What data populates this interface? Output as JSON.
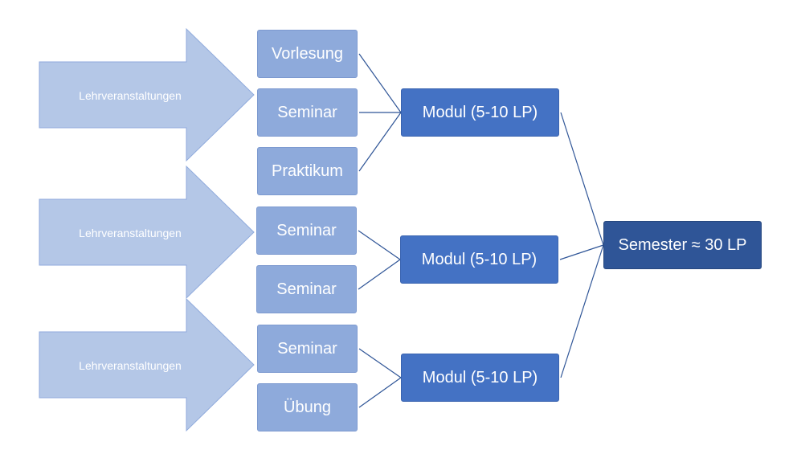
{
  "arrows": [
    {
      "label": "Lehrveranstaltungen"
    },
    {
      "label": "Lehrveranstaltungen"
    },
    {
      "label": "Lehrveranstaltungen"
    }
  ],
  "courses": [
    {
      "label": "Vorlesung"
    },
    {
      "label": "Seminar"
    },
    {
      "label": "Praktikum"
    },
    {
      "label": "Seminar"
    },
    {
      "label": "Seminar"
    },
    {
      "label": "Seminar"
    },
    {
      "label": "Übung"
    }
  ],
  "modules": [
    {
      "label": "Modul (5-10 LP)"
    },
    {
      "label": "Modul (5-10 LP)"
    },
    {
      "label": "Modul (5-10 LP)"
    }
  ],
  "semester": {
    "label": "Semester ≈ 30 LP"
  },
  "colors": {
    "arrow_fill": "#b4c7e7",
    "arrow_stroke": "#8faadc",
    "course_fill": "#8eaadb",
    "module_fill": "#4472c4",
    "semester_fill": "#2f5597",
    "connector": "#2f5597"
  }
}
